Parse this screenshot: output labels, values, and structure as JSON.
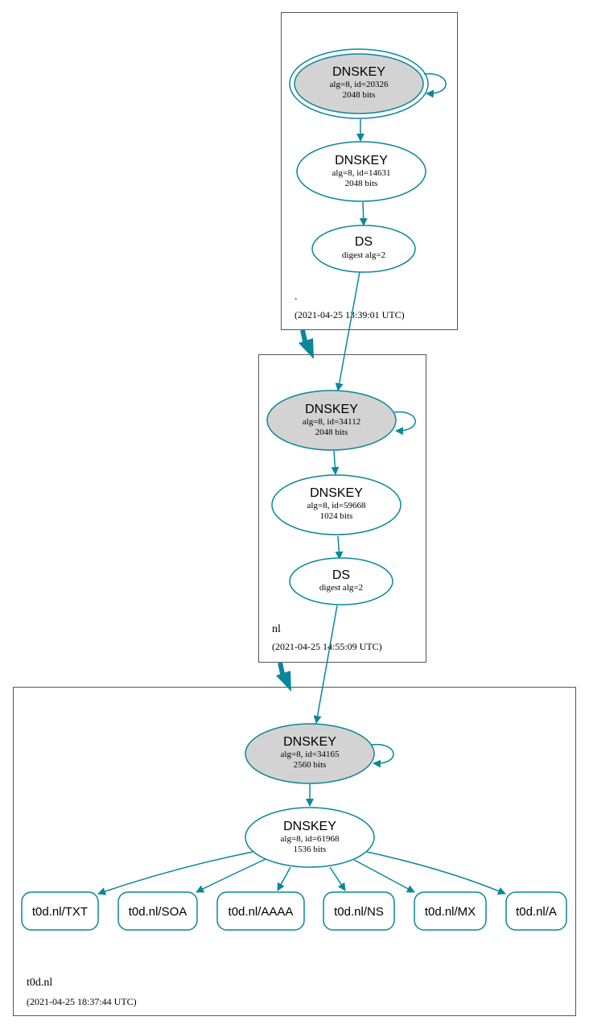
{
  "colors": {
    "edge": "#0a879a",
    "ksk_fill": "#d3d3d3",
    "node_fill": "#ffffff",
    "cluster_border": "#555555"
  },
  "zones": {
    "root": {
      "name": ".",
      "timestamp": "(2021-04-25 13:39:01 UTC)",
      "ksk": {
        "title": "DNSKEY",
        "line1": "alg=8, id=20326",
        "line2": "2048 bits"
      },
      "zsk": {
        "title": "DNSKEY",
        "line1": "alg=8, id=14631",
        "line2": "2048 bits"
      },
      "ds": {
        "title": "DS",
        "line1": "digest alg=2"
      }
    },
    "nl": {
      "name": "nl",
      "timestamp": "(2021-04-25 14:55:09 UTC)",
      "ksk": {
        "title": "DNSKEY",
        "line1": "alg=8, id=34112",
        "line2": "2048 bits"
      },
      "zsk": {
        "title": "DNSKEY",
        "line1": "alg=8, id=59668",
        "line2": "1024 bits"
      },
      "ds": {
        "title": "DS",
        "line1": "digest alg=2"
      }
    },
    "t0d": {
      "name": "t0d.nl",
      "timestamp": "(2021-04-25 18:37:44 UTC)",
      "ksk": {
        "title": "DNSKEY",
        "line1": "alg=8, id=34165",
        "line2": "2560 bits"
      },
      "zsk": {
        "title": "DNSKEY",
        "line1": "alg=8, id=61968",
        "line2": "1536 bits"
      },
      "records": [
        "t0d.nl/TXT",
        "t0d.nl/SOA",
        "t0d.nl/AAAA",
        "t0d.nl/NS",
        "t0d.nl/MX",
        "t0d.nl/A"
      ]
    }
  }
}
